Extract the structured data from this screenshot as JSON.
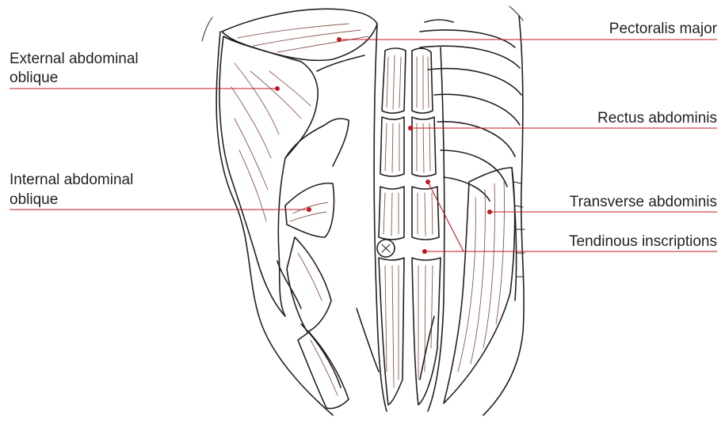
{
  "figure": {
    "accent_color": "#c0181e",
    "muscle_color": "#d89a8c",
    "labels": {
      "pectoralis_major": "Pectoralis major",
      "external_oblique_line1": "External abdominal",
      "external_oblique_line2": "oblique",
      "rectus_abdominis": "Rectus abdominis",
      "internal_oblique_line1": "Internal abdominal",
      "internal_oblique_line2": "oblique",
      "transverse_abdominis": "Transverse abdominis",
      "tendinous_inscriptions": "Tendinous inscriptions"
    }
  }
}
